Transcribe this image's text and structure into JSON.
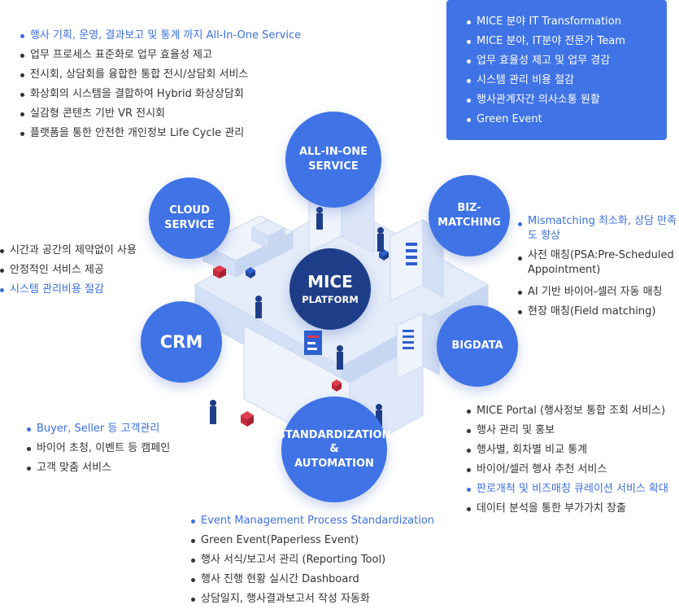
{
  "center": {
    "title": "MICE",
    "subtitle": "PLATFORM"
  },
  "nodes": {
    "all_in_one": "ALL-IN-ONE\nSERVICE",
    "cloud": "CLOUD\nSERVICE",
    "biz_matching": "BIZ-\nMATCHING",
    "crm": "CRM",
    "bigdata": "BIGDATA",
    "standardization": "STANDARDIZATION\n&\nAUTOMATION"
  },
  "lists": {
    "all_in_one": [
      "행사 기획, 운영, 결과보고 및 통계 까지 All-In-One Service",
      "업무 프로세스 표준화로 업무 효율성 제고",
      "전시회, 상담회를 융합한 통합 전시/상담회 서비스",
      "화상회의 시스템을 결합하여 Hybrid 화상상담회",
      "실감형 콘텐츠 기반 VR 전시회",
      "플랫폼을 통한 안전한 개인정보 Life Cycle 관리"
    ],
    "mice_it": [
      "MICE 분야 IT Transformation",
      "MICE 분야, IT분야 전문가 Team",
      "업무 효율성 제고 및 업무 경감",
      "시스템 관리 비용 절감",
      "행사관계자간 의사소통 원활",
      "Green Event"
    ],
    "cloud": [
      "시간과 공간의 제약없이 사용",
      "안정적인 서비스 제공",
      "시스템 관리비용 절감"
    ],
    "biz_matching": [
      "Mismatching 최소화, 상담 만족도 향상",
      "사전 매칭(PSA:Pre-Scheduled Appointment)",
      "AI 기반 바이어-셀러 자동 매칭",
      "현장 매칭(Field matching)"
    ],
    "crm": [
      "Buyer, Seller 등 고객관리",
      "바이어 초청, 이벤트 등 캠페인",
      "고객 맞춤 서비스"
    ],
    "bigdata": [
      "MICE Portal (행사정보 통합 조회 서비스)",
      "행사 관리 및 홍보",
      "행사별, 회차별 비교 통계",
      "바이어/셀러 행사 추천 서비스",
      "판로개척 및 비즈매칭 큐레이션 서비스 확대",
      "데이터 분석을 통한 부가가치 창출"
    ],
    "standardization": [
      "Event Management Process Standardization",
      "Green Event(Paperless Event)",
      "행사 서식/보고서 관리 (Reporting Tool)",
      "행사 진행 현황 실시간 Dashboard",
      "상담일지, 행사결과보고서 작성 자동화"
    ]
  },
  "colors": {
    "primary": "#3f73e6",
    "center": "#1f3e8a",
    "highlight": "#3b6fe0",
    "illustration": "#dce6f7"
  }
}
